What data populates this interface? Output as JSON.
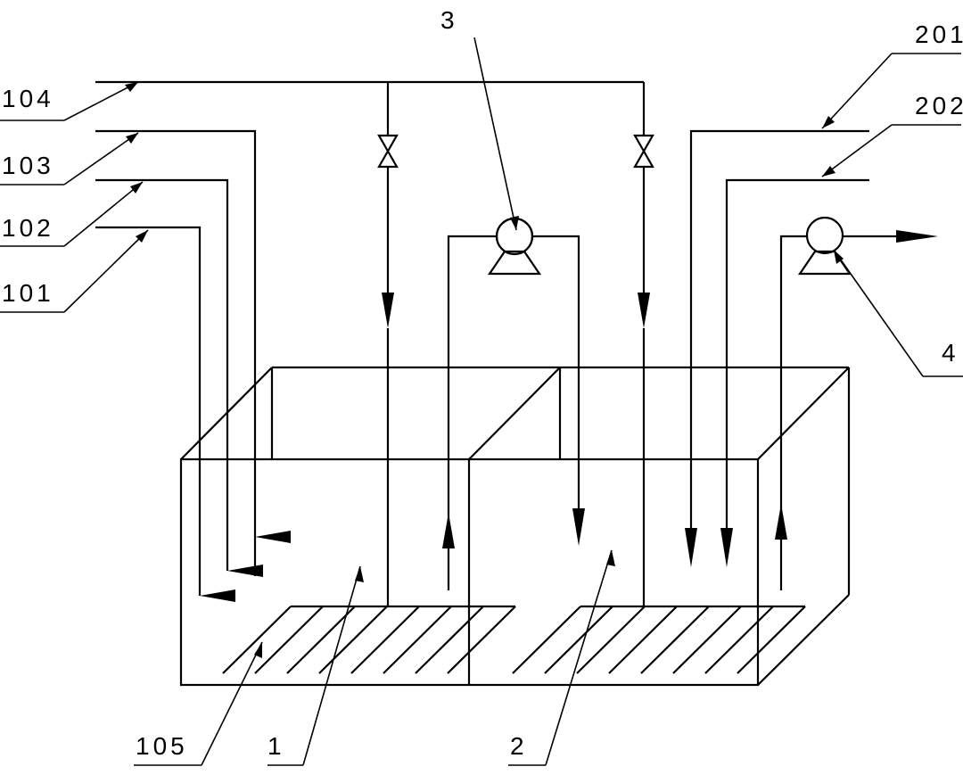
{
  "labels": {
    "l104": "104",
    "l103": "103",
    "l102": "102",
    "l101": "101",
    "l3": "3",
    "l201": "201",
    "l202": "202",
    "l4": "4",
    "l105": "105",
    "l1": "1",
    "l2": "2"
  },
  "colors": {
    "line": "#000000",
    "background": "#ffffff"
  }
}
